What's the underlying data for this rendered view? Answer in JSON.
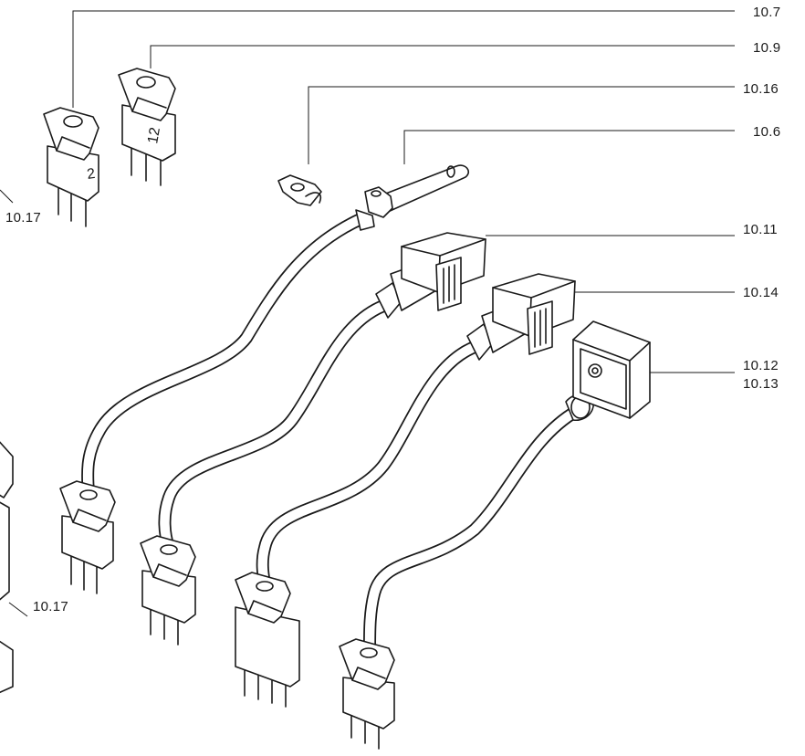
{
  "callouts": {
    "c10_7": "10.7",
    "c10_9": "10.9",
    "c10_16": "10.16",
    "c10_6": "10.6",
    "c10_11": "10.11",
    "c10_14": "10.14",
    "c10_12": "10.12",
    "c10_13": "10.13",
    "c10_17_top": "10.17",
    "c10_17_bottom": "10.17"
  },
  "part_markings": {
    "plug_2": "2",
    "plug_12": "12"
  }
}
